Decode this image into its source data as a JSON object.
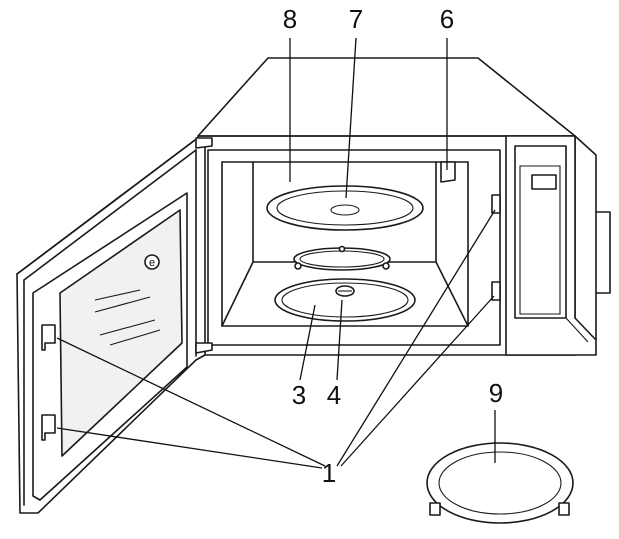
{
  "figure": {
    "callouts": [
      {
        "id": "door-latches",
        "label": "1"
      },
      {
        "id": "roller-ring",
        "label": "3"
      },
      {
        "id": "coupler",
        "label": "4"
      },
      {
        "id": "waveguide-cover",
        "label": "6"
      },
      {
        "id": "glass-tray",
        "label": "7"
      },
      {
        "id": "cavity-wall",
        "label": "8"
      },
      {
        "id": "roller-ring-detail",
        "label": "9"
      }
    ],
    "door_emblem": "e",
    "colors": {
      "line": "#1a1a1a",
      "background": "#ffffff",
      "glass": "#f1f1f1"
    }
  }
}
